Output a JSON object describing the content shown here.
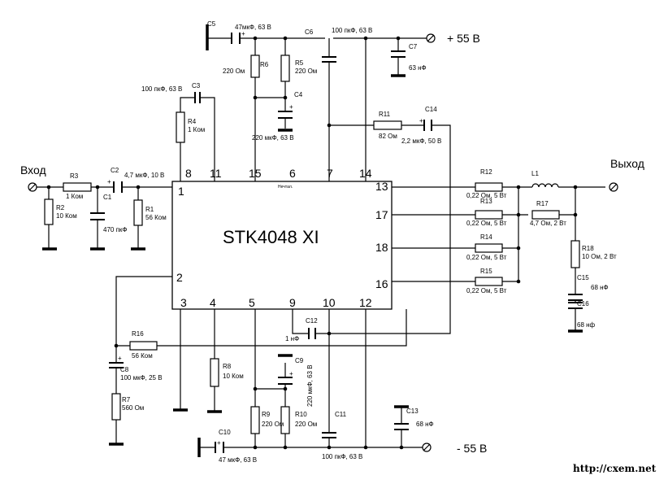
{
  "chip": {
    "name": "STK4048 XI",
    "note": "Нечтал."
  },
  "io": {
    "input": "Вход",
    "output": "Выход",
    "vplus": "+ 55 В",
    "vminus": "- 55 В"
  },
  "pins": [
    "8",
    "11",
    "15",
    "6",
    "7",
    "14",
    "1",
    "2",
    "13",
    "17",
    "18",
    "16",
    "3",
    "4",
    "5",
    "9",
    "10",
    "12"
  ],
  "polarity": "+",
  "components": {
    "R1": {
      "ref": "R1",
      "value": "56 Ком"
    },
    "R2": {
      "ref": "R2",
      "value": "10 Ком"
    },
    "R3": {
      "ref": "R3",
      "value": "1 Ком"
    },
    "R4": {
      "ref": "R4",
      "value": "1 Ком"
    },
    "R5": {
      "ref": "R5",
      "value": "220 Ом"
    },
    "R6": {
      "ref": "R6",
      "value": "220 Ом"
    },
    "R7": {
      "ref": "R7",
      "value": "560 Ом"
    },
    "R8": {
      "ref": "R8",
      "value": "10 Ком"
    },
    "R9": {
      "ref": "R9",
      "value": "220 Ом"
    },
    "R10": {
      "ref": "R10",
      "value": "220 Ом"
    },
    "R11": {
      "ref": "R11",
      "value": "82 Ом"
    },
    "R12": {
      "ref": "R12",
      "value": "0,22 Ом, 5 Вт"
    },
    "R13": {
      "ref": "R13",
      "value": "0,22 Ом, 5 Вт"
    },
    "R14": {
      "ref": "R14",
      "value": "0,22 Ом, 5 Вт"
    },
    "R15": {
      "ref": "R15",
      "value": "0,22 Ом, 5 Вт"
    },
    "R16": {
      "ref": "R16",
      "value": "56 Ком"
    },
    "R17": {
      "ref": "R17",
      "value": "4,7 Ом, 2 Вт"
    },
    "R18": {
      "ref": "R18",
      "value": "10 Ом, 2 Вт"
    },
    "C1": {
      "ref": "C1",
      "value": "470 пкФ"
    },
    "C2": {
      "ref": "C2",
      "value": "4,7 мкФ, 10 В"
    },
    "C3": {
      "ref": "C3",
      "value": "100 пкФ, 63 В"
    },
    "C4": {
      "ref": "C4",
      "value": "220 мкФ, 63 В"
    },
    "C5": {
      "ref": "C5",
      "value": "47мкФ, 63 В"
    },
    "C6": {
      "ref": "C6",
      "value": "100 пкФ, 63 В"
    },
    "C7": {
      "ref": "C7",
      "value": "63 нФ"
    },
    "C8": {
      "ref": "C8",
      "value": "100 мкФ, 25 В"
    },
    "C9": {
      "ref": "C9",
      "value": "220 мкФ, 63 В"
    },
    "C10": {
      "ref": "C10",
      "value": "47 мкФ, 63 В"
    },
    "C11": {
      "ref": "C11",
      "value": "100 пкФ, 63 В"
    },
    "C12": {
      "ref": "C12",
      "value": "1 нФ"
    },
    "C13": {
      "ref": "C13",
      "value": "68 нФ"
    },
    "C14": {
      "ref": "C14",
      "value": "2,2 мкФ, 50 В"
    },
    "C15": {
      "ref": "C15",
      "value": "68 нФ"
    },
    "C16": {
      "ref": "C16",
      "value": "68 нф"
    },
    "L1": {
      "ref": "L1"
    }
  },
  "url": "http://cxem.net"
}
